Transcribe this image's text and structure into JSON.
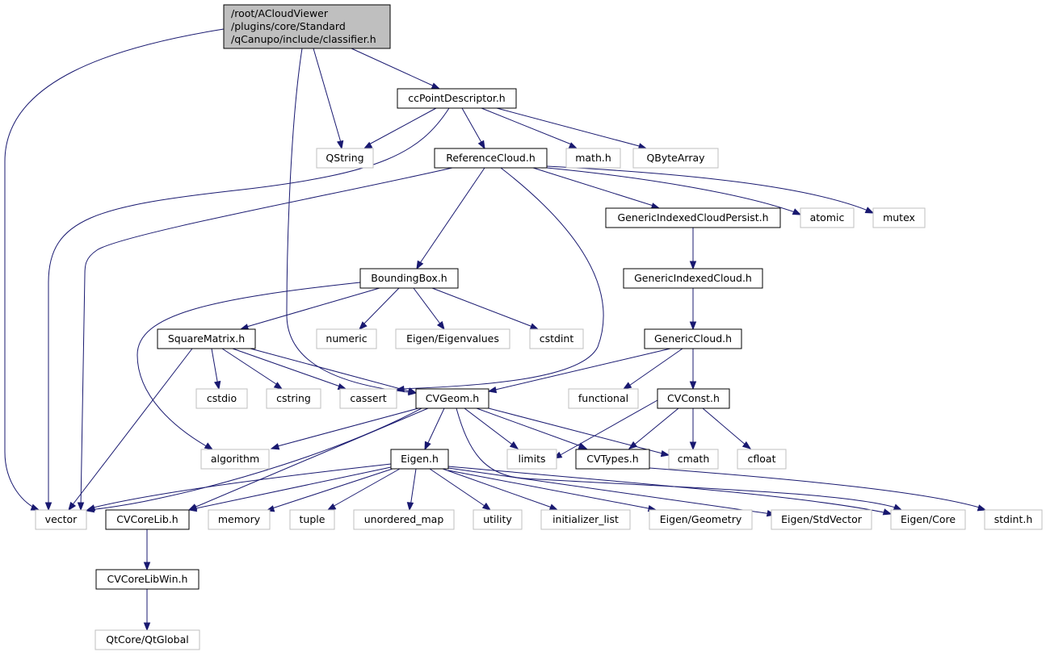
{
  "graph": {
    "root": {
      "lines": [
        "/root/ACloudViewer",
        "/plugins/core/Standard",
        "/qCanupo/include/classifier.h"
      ]
    },
    "nodes": {
      "ccPointDescriptor": "ccPointDescriptor.h",
      "QString": "QString",
      "ReferenceCloud": "ReferenceCloud.h",
      "math": "math.h",
      "QByteArray": "QByteArray",
      "GenericIndexedCloudPersist": "GenericIndexedCloudPersist.h",
      "atomic": "atomic",
      "mutex": "mutex",
      "BoundingBox": "BoundingBox.h",
      "GenericIndexedCloud": "GenericIndexedCloud.h",
      "SquareMatrix": "SquareMatrix.h",
      "numeric": "numeric",
      "EigenEigenvalues": "Eigen/Eigenvalues",
      "cstdint": "cstdint",
      "GenericCloud": "GenericCloud.h",
      "cstdio": "cstdio",
      "cstring": "cstring",
      "cassert": "cassert",
      "CVGeom": "CVGeom.h",
      "functional": "functional",
      "CVConst": "CVConst.h",
      "algorithm": "algorithm",
      "EigenH": "Eigen.h",
      "limits": "limits",
      "CVTypes": "CVTypes.h",
      "cmath": "cmath",
      "cfloat": "cfloat",
      "vector": "vector",
      "CVCoreLib": "CVCoreLib.h",
      "memory": "memory",
      "tuple": "tuple",
      "unordered_map": "unordered_map",
      "utility": "utility",
      "initializer_list": "initializer_list",
      "EigenGeometry": "Eigen/Geometry",
      "EigenStdVector": "Eigen/StdVector",
      "EigenCore": "Eigen/Core",
      "stdint": "stdint.h",
      "CVCoreLibWin": "CVCoreLibWin.h",
      "QtGlobal": "QtCore/QtGlobal"
    }
  }
}
